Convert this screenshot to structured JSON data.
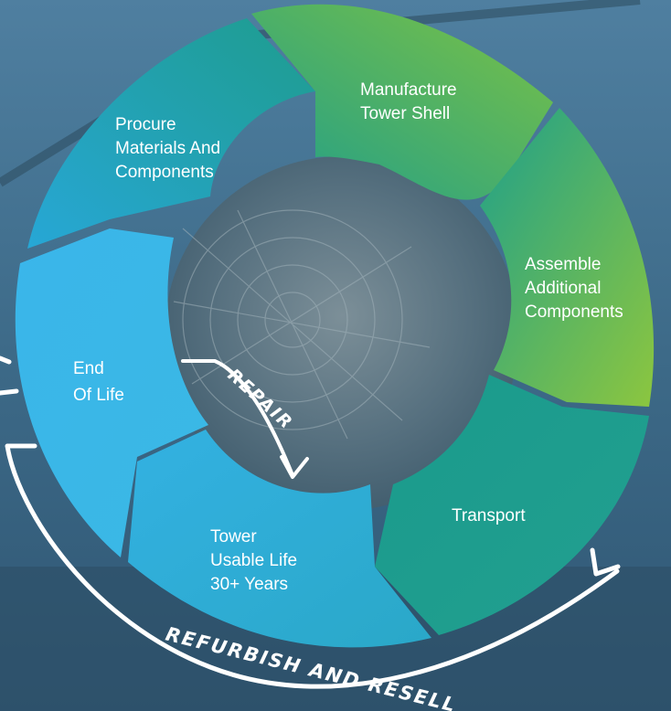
{
  "stages": [
    {
      "id": "procure",
      "lines": [
        "Procure",
        "Materials And",
        "Components"
      ]
    },
    {
      "id": "manufacture",
      "lines": [
        "Manufacture",
        "Tower Shell"
      ]
    },
    {
      "id": "assemble",
      "lines": [
        "Assemble",
        "Additional",
        "Components"
      ]
    },
    {
      "id": "transport",
      "lines": [
        "Transport"
      ]
    },
    {
      "id": "usable-life",
      "lines": [
        "Tower",
        "Usable Life",
        "30+ Years"
      ]
    },
    {
      "id": "end-of-life",
      "lines": [
        "End",
        "Of Life"
      ]
    }
  ],
  "loops": {
    "repair": "REPAIR",
    "refurbish": "REFURBISH AND RESELL"
  },
  "colors": {
    "blue": "#3eb4e6",
    "teal": "#1f9e8e",
    "green": "#8cc63f",
    "background": "#3d6e8e",
    "arrow": "#ffffff"
  }
}
